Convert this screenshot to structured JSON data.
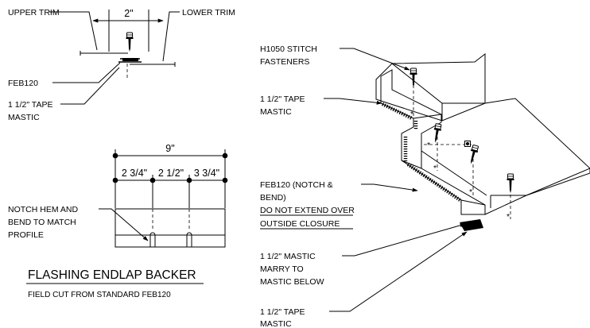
{
  "section_detail": {
    "dimension": "2\"",
    "labels": {
      "upper_trim": "UPPER TRIM",
      "lower_trim": "LOWER TRIM",
      "feb120": "FEB120",
      "tape_mastic_line1": "1 1/2\" TAPE",
      "tape_mastic_line2": "MASTIC"
    }
  },
  "backer_detail": {
    "overall_dimension": "9\"",
    "segment_dimensions": [
      "2 3/4\"",
      "2 1/2\"",
      "3 3/4\""
    ],
    "notch_note": [
      "NOTCH HEM AND",
      "BEND TO MATCH",
      "PROFILE"
    ],
    "title": "FLASHING ENDLAP BACKER",
    "subtitle": "FIELD CUT FROM STANDARD FEB120"
  },
  "iso_detail": {
    "callouts": {
      "stitch": [
        "H1050 STITCH",
        "FASTENERS"
      ],
      "tape_top": [
        "1 1/2\" TAPE",
        "MASTIC"
      ],
      "feb": [
        "FEB120 (NOTCH &",
        "BEND)"
      ],
      "warning": [
        "DO NOT EXTEND OVER",
        "OUTSIDE CLOSURE"
      ],
      "mastic_marry": [
        "1 1/2\" MASTIC",
        "MARRY TO",
        "MASTIC BELOW"
      ],
      "tape_bottom": [
        "1 1/2\" TAPE",
        "MASTIC"
      ]
    }
  }
}
